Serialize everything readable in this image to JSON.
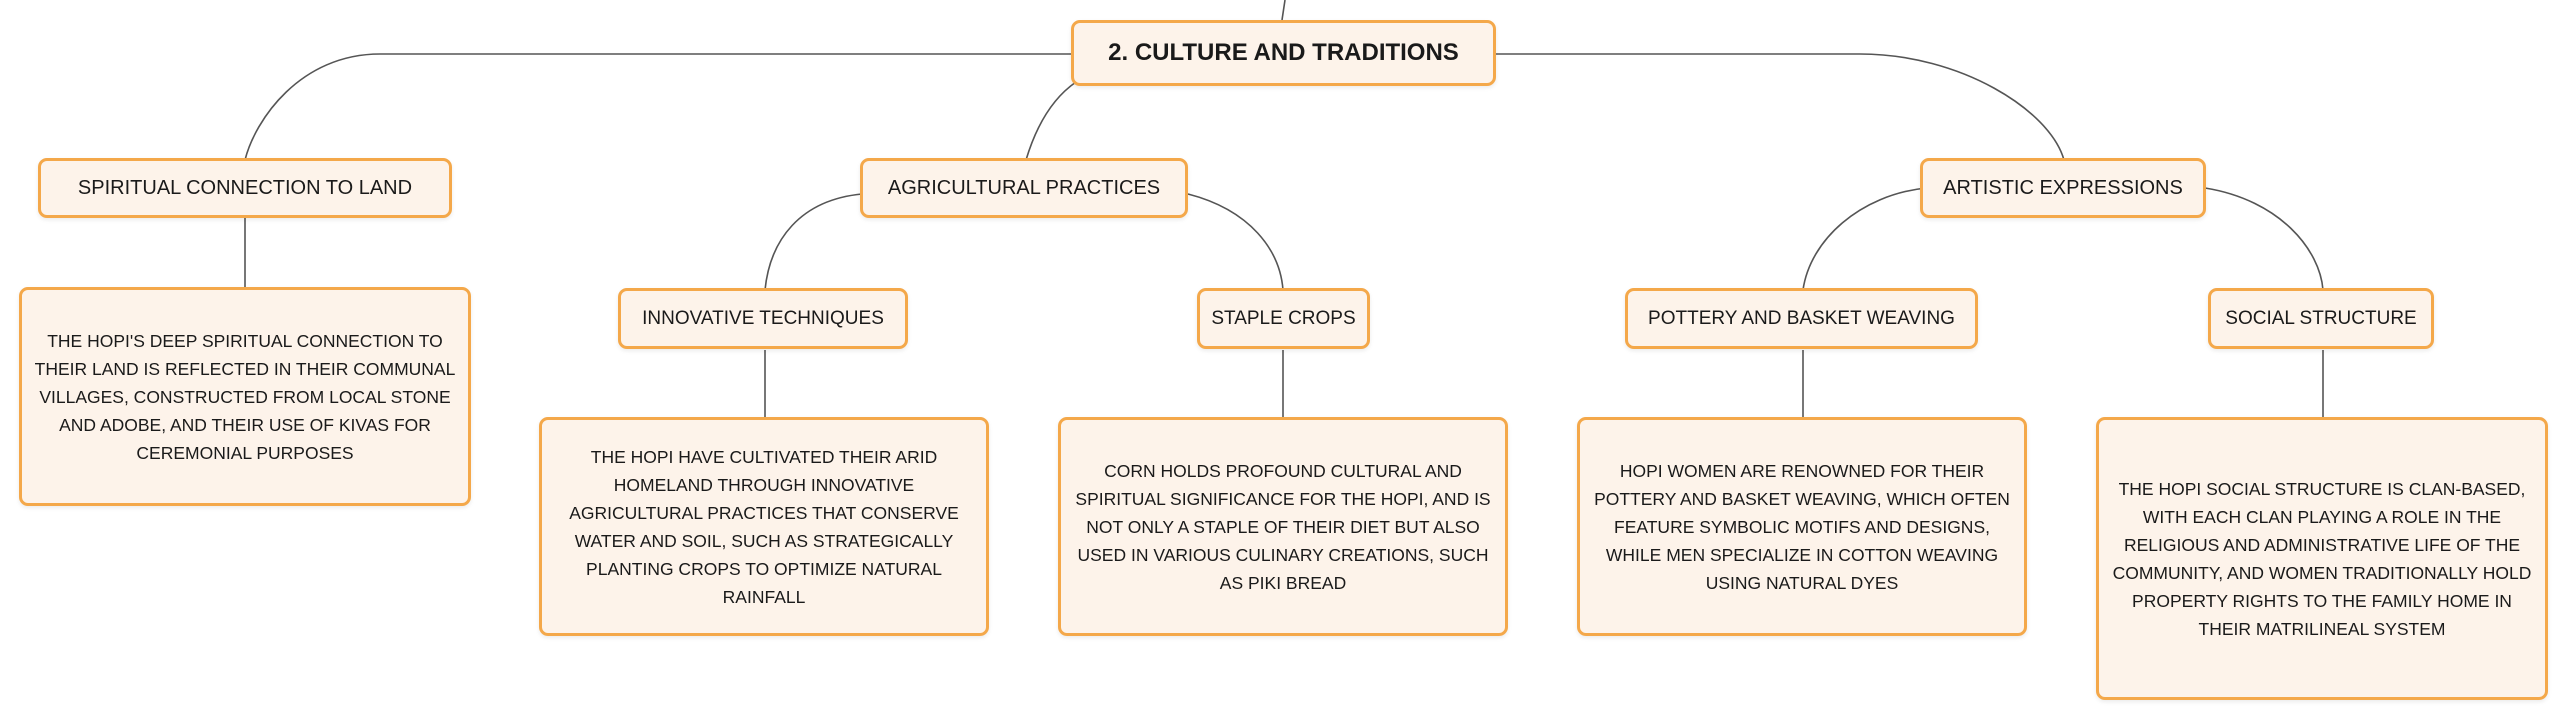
{
  "root": {
    "title": "2. CULTURE AND TRADITIONS"
  },
  "topics": [
    {
      "label": "SPIRITUAL CONNECTION TO LAND",
      "description": "THE HOPI'S DEEP SPIRITUAL CONNECTION TO THEIR LAND IS REFLECTED IN THEIR COMMUNAL VILLAGES, CONSTRUCTED FROM LOCAL STONE AND ADOBE, AND THEIR USE OF KIVAS FOR CEREMONIAL PURPOSES"
    },
    {
      "label": "AGRICULTURAL PRACTICES",
      "subtopics": [
        {
          "label": "INNOVATIVE TECHNIQUES",
          "description": "THE HOPI HAVE CULTIVATED THEIR ARID HOMELAND THROUGH INNOVATIVE AGRICULTURAL PRACTICES THAT CONSERVE WATER AND SOIL, SUCH AS STRATEGICALLY PLANTING CROPS TO OPTIMIZE NATURAL RAINFALL"
        },
        {
          "label": "STAPLE CROPS",
          "description": "CORN HOLDS PROFOUND CULTURAL AND SPIRITUAL SIGNIFICANCE FOR THE HOPI, AND IS NOT ONLY A STAPLE OF THEIR DIET BUT ALSO USED IN VARIOUS CULINARY CREATIONS, SUCH AS PIKI BREAD"
        }
      ]
    },
    {
      "label": "ARTISTIC EXPRESSIONS",
      "subtopics": [
        {
          "label": "POTTERY AND BASKET WEAVING",
          "description": "HOPI WOMEN ARE RENOWNED FOR THEIR POTTERY AND BASKET WEAVING, WHICH OFTEN FEATURE SYMBOLIC MOTIFS AND DESIGNS, WHILE MEN SPECIALIZE IN COTTON WEAVING USING NATURAL DYES"
        },
        {
          "label": "SOCIAL STRUCTURE",
          "description": "THE HOPI SOCIAL STRUCTURE IS CLAN-BASED, WITH EACH CLAN PLAYING A ROLE IN THE RELIGIOUS AND ADMINISTRATIVE LIFE OF THE COMMUNITY, AND WOMEN TRADITIONALLY HOLD PROPERTY RIGHTS TO THE FAMILY HOME IN THEIR MATRILINEAL SYSTEM"
        }
      ]
    }
  ],
  "colors": {
    "node_fill": "#fdf3ea",
    "node_border": "#f4a84a",
    "connector": "#555555",
    "background": "#ffffff"
  }
}
